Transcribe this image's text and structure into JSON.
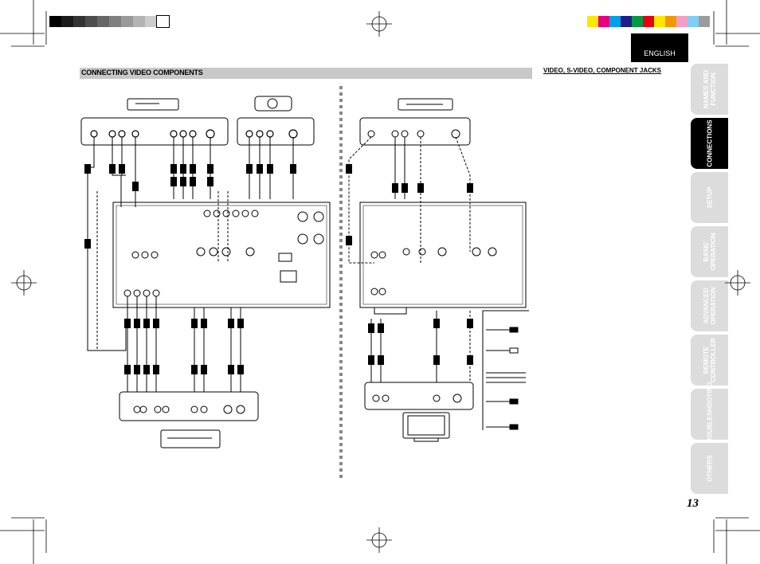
{
  "header": {
    "section_title": "CONNECTING VIDEO COMPONENTS",
    "subsection_title": "VIDEO, S-VIDEO, COMPONENT JACKS",
    "language": "ENGLISH"
  },
  "side_tabs": [
    {
      "label": "NAMES AND\nFUNCTION",
      "active": false
    },
    {
      "label": "CONNECTIONS",
      "active": true
    },
    {
      "label": "SETUP",
      "active": false
    },
    {
      "label": "BASIC\nOPERATION",
      "active": false
    },
    {
      "label": "ADVANCED\nOPERATION",
      "active": false
    },
    {
      "label": "REMOTE\nCONTROLLER",
      "active": false
    },
    {
      "label": "TROUBLESHOOTING",
      "active": false
    },
    {
      "label": "OTHERS",
      "active": false
    }
  ],
  "page_number": "13",
  "colors": {
    "tab_active": "#000000",
    "tab_inactive": "#dcdcdc",
    "header_bar": "#c8c8c8",
    "gray_bar": [
      "#000000",
      "#1a1a1a",
      "#333333",
      "#4d4d4d",
      "#666666",
      "#808080",
      "#999999",
      "#b3b3b3",
      "#cccccc",
      "#ffffff"
    ],
    "color_bar": [
      "#ffe600",
      "#e6007e",
      "#00a0e9",
      "#1d2088",
      "#009944",
      "#e60012",
      "#ffe600",
      "#f39800",
      "#f29fc5",
      "#7ecef4",
      "#9c9c9c"
    ]
  }
}
